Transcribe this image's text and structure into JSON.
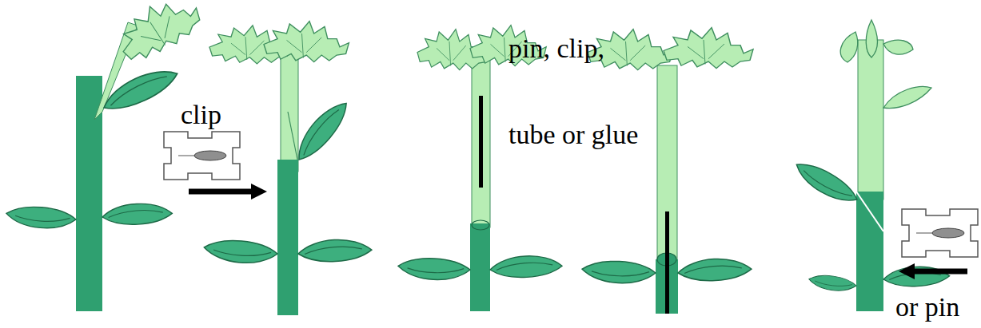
{
  "diagram": {
    "labels": [
      "clip",
      "pin, clip,",
      "tube or glue",
      "or pin"
    ]
  }
}
